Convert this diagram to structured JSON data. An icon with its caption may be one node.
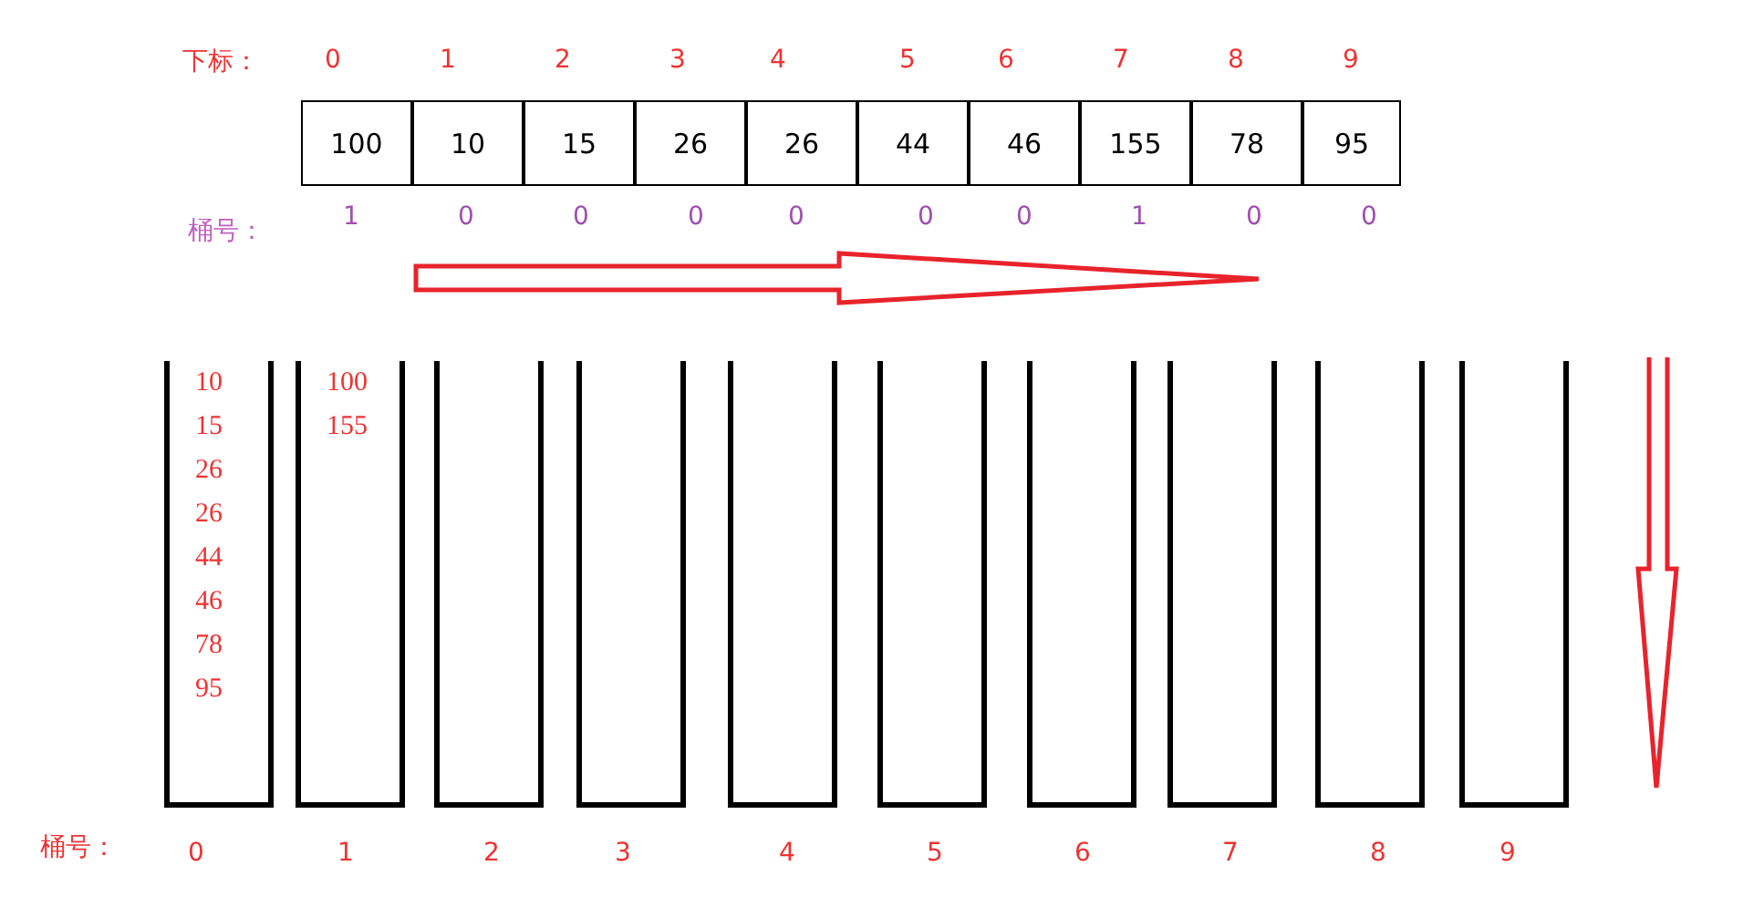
{
  "diagram": {
    "nodes": [
      {
        "text": [
          "100"
        ]
      },
      {
        "text": [
          "10"
        ]
      },
      {
        "text": [
          "15"
        ]
      },
      {
        "text": [
          "26"
        ]
      },
      {
        "text": [
          "26"
        ]
      },
      {
        "text": [
          "44"
        ]
      },
      {
        "text": [
          "46"
        ]
      },
      {
        "text": [
          "155"
        ]
      },
      {
        "text": [
          "78"
        ]
      },
      {
        "text": [
          "95"
        ]
      },
      {
        "text": [
          "10",
          "15",
          "26",
          "26",
          "44",
          "46",
          "78",
          "95"
        ]
      },
      {
        "text": [
          "100",
          "155"
        ]
      },
      {
        "text": [],
        "shape": "bucket"
      },
      {
        "text": [],
        "shape": "bucket"
      },
      {
        "text": [],
        "shape": "bucket"
      },
      {
        "text": [],
        "shape": "bucket"
      },
      {
        "text": [],
        "shape": "bucket"
      },
      {
        "text": [],
        "shape": "bucket"
      },
      {
        "text": [],
        "shape": "bucket"
      },
      {
        "text": [],
        "shape": "bucket"
      }
    ],
    "edges": [],
    "labels": [
      "下标：",
      "0",
      "1",
      "2",
      "3",
      "4",
      "5",
      "6",
      "7",
      "8",
      "9",
      "桶号：",
      "1",
      "0",
      "0",
      "0",
      "0",
      "0",
      "0",
      "1",
      "0",
      "0",
      "桶号：",
      "0",
      "1",
      "2",
      "3",
      "4",
      "5",
      "6",
      "7",
      "8",
      "9"
    ]
  }
}
